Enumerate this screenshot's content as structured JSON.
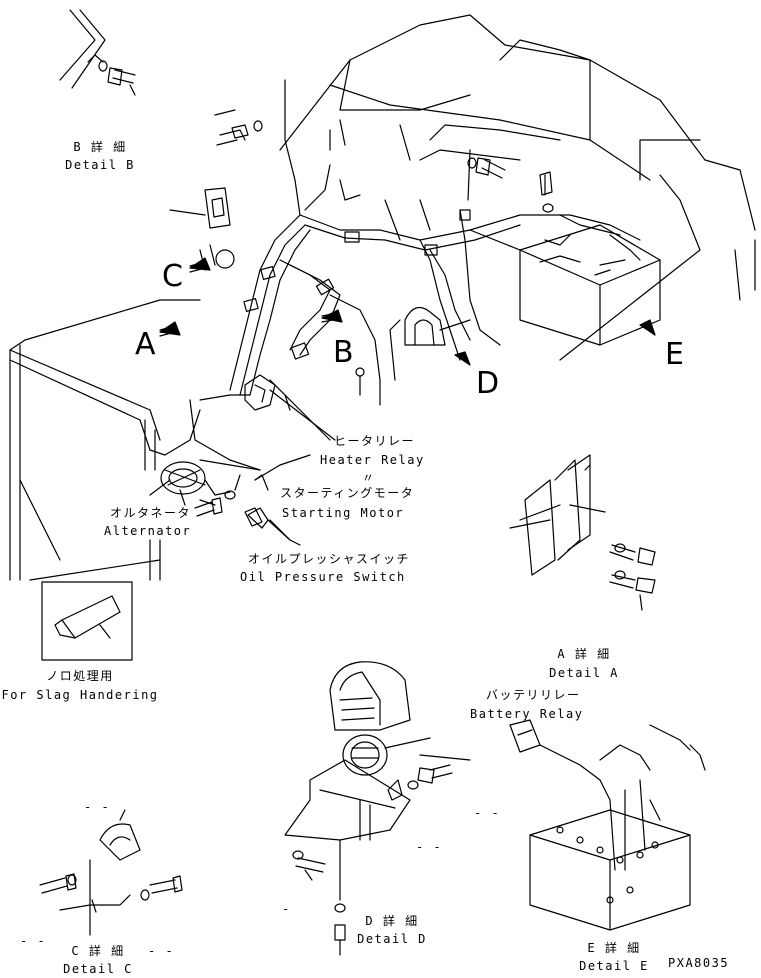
{
  "callouts": {
    "a": "A",
    "b": "B",
    "c": "C",
    "d": "D",
    "e": "E"
  },
  "parts": {
    "heater_relay_jp": "ヒータリレー",
    "heater_relay_en": "Heater Relay",
    "ditto": "〃",
    "starting_motor_jp": "スターティングモータ",
    "starting_motor_en": "Starting Motor",
    "alternator_jp": "オルタネータ",
    "alternator_en": "Alternator",
    "oil_switch_jp": "オイルプレッシャスイッチ",
    "oil_switch_en": "Oil Pressure Switch",
    "slag_jp": "ノロ処理用",
    "slag_en": "For Slag Handering",
    "battery_relay_jp": "バッテリリレー",
    "battery_relay_en": "Battery Relay"
  },
  "details": {
    "b_jp": "B 詳 細",
    "b_en": "Detail B",
    "a_jp": "A 詳 細",
    "a_en": "Detail A",
    "c_jp": "C 詳 細",
    "c_en": "Detail C",
    "d_jp": "D 詳 細",
    "d_en": "Detail D",
    "e_jp": "E 詳 細",
    "e_en": "Detail E"
  },
  "dashes": {
    "d1": "- -",
    "d2": "- -",
    "d3": "- -",
    "d4": "- -",
    "d5": "-",
    "d6": "- -"
  },
  "drawing_code": "PXA8035"
}
